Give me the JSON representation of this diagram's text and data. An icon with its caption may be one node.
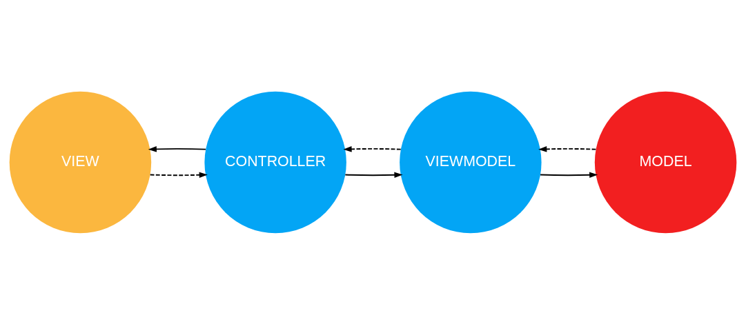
{
  "diagram": {
    "nodes": [
      {
        "text": [
          "VIEW"
        ]
      },
      {
        "text": [
          "CONTROLLER"
        ]
      },
      {
        "text": [
          "VIEWMODEL"
        ]
      },
      {
        "text": [
          "MODEL"
        ]
      }
    ],
    "edges": [
      {
        "from": 1,
        "to": 0,
        "arrow": "to"
      },
      {
        "from": 0,
        "to": 1,
        "arrow": "to",
        "style": "dashed"
      },
      {
        "from": 1,
        "to": 2,
        "arrow": "to"
      },
      {
        "from": 2,
        "to": 1,
        "arrow": "to",
        "style": "dashed"
      },
      {
        "from": 2,
        "to": 3,
        "arrow": "to"
      },
      {
        "from": 3,
        "to": 2,
        "arrow": "to",
        "style": "dashed"
      }
    ]
  }
}
